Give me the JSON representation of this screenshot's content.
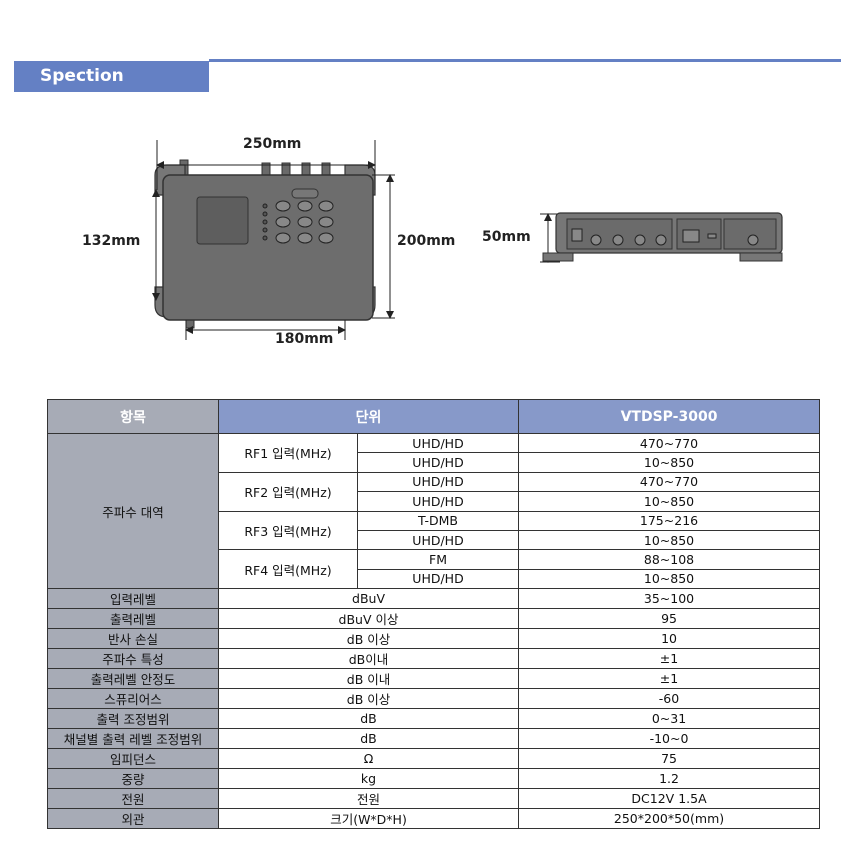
{
  "section": {
    "title": "Spection"
  },
  "dimensions": {
    "front_width": "250mm",
    "front_height": "200mm",
    "front_inner_height": "132mm",
    "front_bottom": "180mm",
    "side_height": "50mm"
  },
  "table": {
    "headers": {
      "item": "항목",
      "unit": "단위",
      "value": "VTDSP-3000"
    },
    "freq_group": {
      "label": "주파수 대역",
      "inputs": [
        {
          "name": "RF1 입력(MHz)",
          "rows": [
            {
              "type": "UHD/HD",
              "value": "470~770"
            },
            {
              "type": "UHD/HD",
              "value": "10~850"
            }
          ]
        },
        {
          "name": "RF2 입력(MHz)",
          "rows": [
            {
              "type": "UHD/HD",
              "value": "470~770"
            },
            {
              "type": "UHD/HD",
              "value": "10~850"
            }
          ]
        },
        {
          "name": "RF3 입력(MHz)",
          "rows": [
            {
              "type": "T-DMB",
              "value": "175~216"
            },
            {
              "type": "UHD/HD",
              "value": "10~850"
            }
          ]
        },
        {
          "name": "RF4 입력(MHz)",
          "rows": [
            {
              "type": "FM",
              "value": "88~108"
            },
            {
              "type": "UHD/HD",
              "value": "10~850"
            }
          ]
        }
      ]
    },
    "rows": [
      {
        "item": "입력레벨",
        "unit": "dBuV",
        "value": "35~100"
      },
      {
        "item": "출력레벨",
        "unit": "dBuV 이상",
        "value": "95"
      },
      {
        "item": "반사 손실",
        "unit": "dB 이상",
        "value": "10"
      },
      {
        "item": "주파수 특성",
        "unit": "dB이내",
        "value": "±1"
      },
      {
        "item": "출력레벨 안정도",
        "unit": "dB 이내",
        "value": "±1"
      },
      {
        "item": "스퓨리어스",
        "unit": "dB 이상",
        "value": "-60"
      },
      {
        "item": "출력 조정범위",
        "unit": "dB",
        "value": "0~31"
      },
      {
        "item": "채널별 출력 레벨 조정범위",
        "unit": "dB",
        "value": "-10~0"
      },
      {
        "item": "임피던스",
        "unit": "Ω",
        "value": "75"
      },
      {
        "item": "중량",
        "unit": "kg",
        "value": "1.2"
      },
      {
        "item": "전원",
        "unit": "전원",
        "value": "DC12V 1.5A"
      },
      {
        "item": "외관",
        "unit": "크기(W*D*H)",
        "value": "250*200*50(mm)"
      }
    ]
  }
}
